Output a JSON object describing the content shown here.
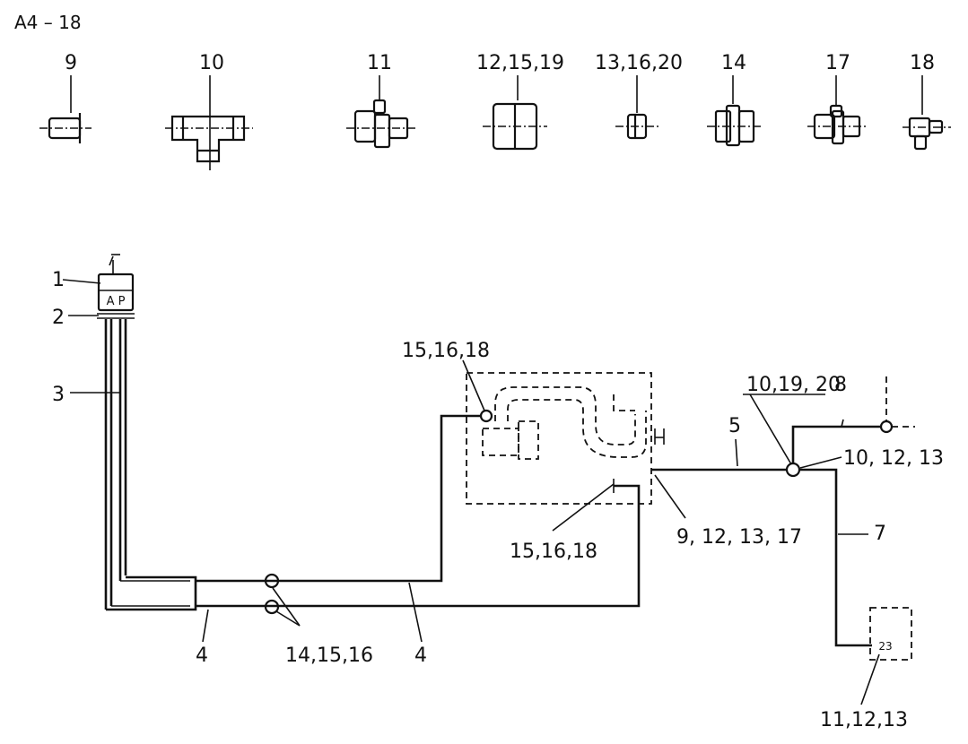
{
  "page_ref": "A4 – 18",
  "fittings": {
    "f9": "9",
    "f10": "10",
    "f11": "11",
    "f12": "12,15,19",
    "f13": "13,16,20",
    "f14": "14",
    "f17": "17",
    "f18": "18"
  },
  "callouts": {
    "c1": "1",
    "c2": "2",
    "c3": "3",
    "c4a": "4",
    "c4b": "4",
    "c5": "5",
    "c7": "7",
    "c8": "8",
    "c15_top": "15,16,18",
    "c15_bot": "15,16,18",
    "c9_12": "9, 12, 13, 17",
    "c10_19": "10,19, 20",
    "c10_12": "10, 12, 13",
    "c14": "14,15,16",
    "c11": "11,12,13"
  },
  "valve_label": "A P",
  "box_label": "23"
}
